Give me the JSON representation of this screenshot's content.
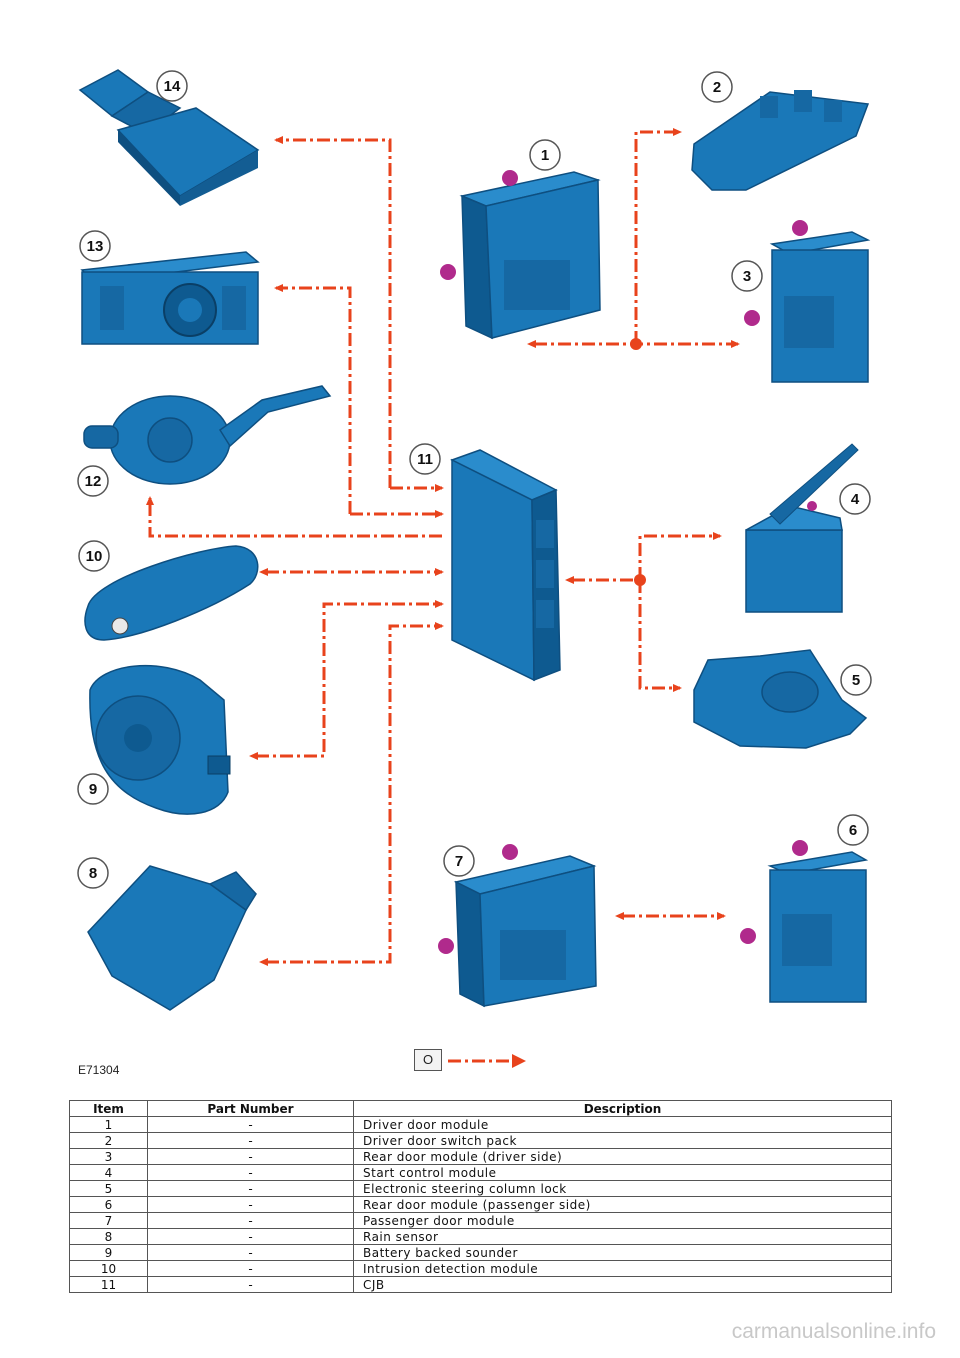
{
  "figure_id": "E71304",
  "legend_box_label": "O",
  "callouts": [
    "14",
    "2",
    "1",
    "13",
    "3",
    "12",
    "11",
    "4",
    "10",
    "5",
    "9",
    "6",
    "7",
    "8"
  ],
  "table": {
    "headers": [
      "Item",
      "Part Number",
      "Description"
    ],
    "rows": [
      {
        "item": "1",
        "part": "-",
        "desc": "Driver door module"
      },
      {
        "item": "2",
        "part": "-",
        "desc": "Driver door switch pack"
      },
      {
        "item": "3",
        "part": "-",
        "desc": "Rear door module (driver side)"
      },
      {
        "item": "4",
        "part": "-",
        "desc": "Start control module"
      },
      {
        "item": "5",
        "part": "-",
        "desc": "Electronic steering column lock"
      },
      {
        "item": "6",
        "part": "-",
        "desc": "Rear door module (passenger side)"
      },
      {
        "item": "7",
        "part": "-",
        "desc": "Passenger door module"
      },
      {
        "item": "8",
        "part": "-",
        "desc": "Rain sensor"
      },
      {
        "item": "9",
        "part": "-",
        "desc": "Battery backed sounder"
      },
      {
        "item": "10",
        "part": "-",
        "desc": "Intrusion detection module"
      },
      {
        "item": "11",
        "part": "-",
        "desc": "CJB"
      }
    ]
  },
  "watermark": "carmanualsonline.info",
  "colors": {
    "component": "#1a78b8",
    "component_dark": "#0e4f80",
    "arrow": "#e8431c",
    "pin": "#b02a8c"
  }
}
